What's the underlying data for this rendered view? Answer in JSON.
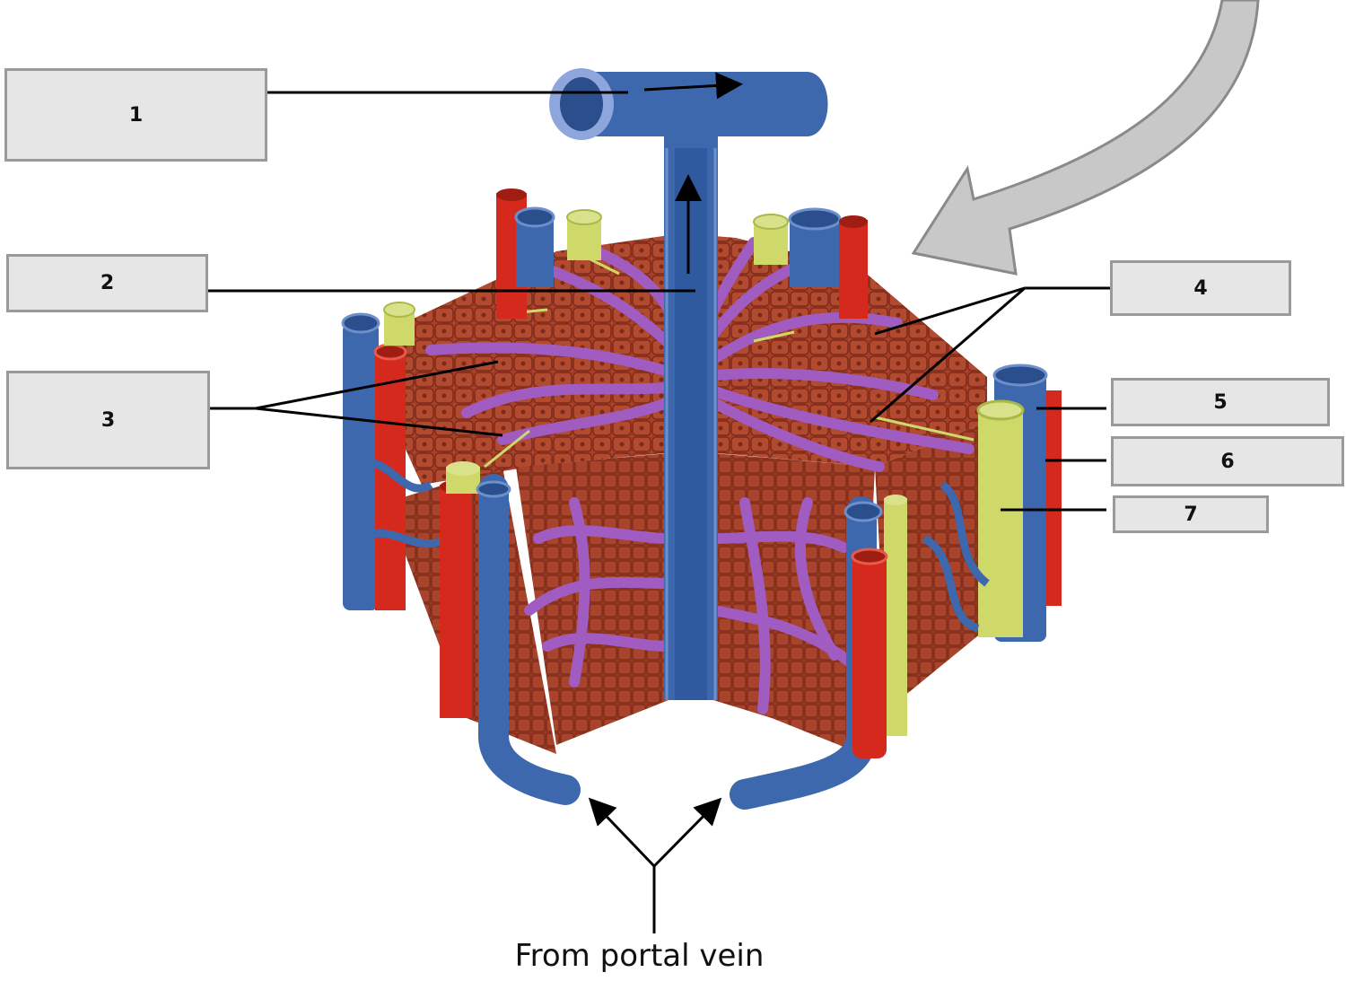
{
  "labels": {
    "l1": "1",
    "l2": "2",
    "l3": "3",
    "l4": "4",
    "l5": "5",
    "l6": "6",
    "l7": "7"
  },
  "caption": "From portal vein",
  "colors": {
    "tissue": "#a8402a",
    "tissue_cell": "#8c3220",
    "vein": "#3d68ad",
    "vein_dark": "#2a4f8c",
    "sinusoid": "#a05cc0",
    "artery": "#d6291d",
    "bile_duct": "#cfd96a",
    "label_fill": "#e6e6e6",
    "label_border": "#9a9a9a",
    "arrow_gray": "#c8c8c8"
  },
  "icons": {
    "inflow_arrow": "large-curved-gray-arrow",
    "flow_arrow": "black-arrow"
  }
}
